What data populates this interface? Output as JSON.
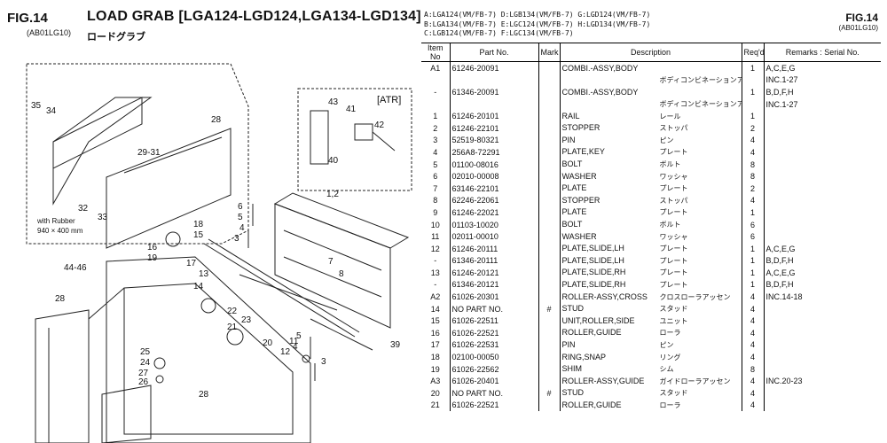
{
  "header": {
    "fig_left": "FIG.14",
    "fig_code_left": "(AB01LG10)",
    "title": "LOAD GRAB [LGA124-LGD124,LGA134-LGD134]",
    "subtitle": "ロードグラブ",
    "fig_right": "FIG.14",
    "fig_code_right": "(AB01LG10)"
  },
  "legend": [
    "A:LGA124(VM/FB-7) D:LGB134(VM/FB-7) G:LGD124(VM/FB-7)",
    "B:LGA134(VM/FB-7) E:LGC124(VM/FB-7) H:LGD134(VM/FB-7)",
    "C:LGB124(VM/FB-7) F:LGC134(VM/FB-7)"
  ],
  "drawing": {
    "atr_label": "[ATR]",
    "rubber_label_line1": "with Rubber",
    "rubber_label_line2": "940 × 400 mm",
    "callouts": [
      "35",
      "34",
      "28",
      "29-31",
      "32",
      "33",
      "43",
      "41",
      "42",
      "40",
      "1,2",
      "6",
      "5",
      "4",
      "3",
      "18",
      "15",
      "16",
      "19",
      "17",
      "13",
      "14",
      "44-46",
      "28",
      "7",
      "8",
      "22",
      "23",
      "21",
      "20",
      "11",
      "12",
      "5",
      "4",
      "3",
      "39",
      "25",
      "24",
      "27",
      "26",
      "28"
    ]
  },
  "table": {
    "headers": [
      "Item No",
      "Part No.",
      "Mark",
      "Description",
      "Req'd",
      "Remarks : Serial No."
    ],
    "rows": [
      {
        "item": "A1",
        "part": "61246-20091",
        "mark": "",
        "desc": "COMBI.-ASSY,BODY",
        "jp": "",
        "qty": "1",
        "remarks": "A,C,E,G"
      },
      {
        "item": "",
        "part": "",
        "mark": "",
        "desc": "",
        "jp": "ボディコンビネーションアッセン",
        "qty": "",
        "remarks": "INC.1-27"
      },
      {
        "item": "-",
        "part": "61346-20091",
        "mark": "",
        "desc": "COMBI.-ASSY,BODY",
        "jp": "",
        "qty": "1",
        "remarks": "B,D,F,H"
      },
      {
        "item": "",
        "part": "",
        "mark": "",
        "desc": "",
        "jp": "ボディコンビネーションアッセン",
        "qty": "",
        "remarks": "INC.1-27"
      },
      {
        "item": "1",
        "part": "61246-20101",
        "mark": "",
        "desc": "RAIL",
        "jp": "レール",
        "qty": "1",
        "remarks": ""
      },
      {
        "item": "2",
        "part": "61246-22101",
        "mark": "",
        "desc": "STOPPER",
        "jp": "ストッパ",
        "qty": "2",
        "remarks": ""
      },
      {
        "item": "3",
        "part": "52519-80321",
        "mark": "",
        "desc": "PIN",
        "jp": "ピン",
        "qty": "4",
        "remarks": ""
      },
      {
        "item": "4",
        "part": "256A8-72291",
        "mark": "",
        "desc": "PLATE,KEY",
        "jp": "プレート",
        "qty": "4",
        "remarks": ""
      },
      {
        "item": "5",
        "part": "01100-08016",
        "mark": "",
        "desc": "BOLT",
        "jp": "ボルト",
        "qty": "8",
        "remarks": ""
      },
      {
        "item": "6",
        "part": "02010-00008",
        "mark": "",
        "desc": "WASHER",
        "jp": "ワッシャ",
        "qty": "8",
        "remarks": ""
      },
      {
        "item": "7",
        "part": "63146-22101",
        "mark": "",
        "desc": "PLATE",
        "jp": "プレート",
        "qty": "2",
        "remarks": ""
      },
      {
        "item": "8",
        "part": "62246-22061",
        "mark": "",
        "desc": "STOPPER",
        "jp": "ストッパ",
        "qty": "4",
        "remarks": ""
      },
      {
        "item": "9",
        "part": "61246-22021",
        "mark": "",
        "desc": "PLATE",
        "jp": "プレート",
        "qty": "1",
        "remarks": ""
      },
      {
        "item": "10",
        "part": "01103-10020",
        "mark": "",
        "desc": "BOLT",
        "jp": "ボルト",
        "qty": "6",
        "remarks": ""
      },
      {
        "item": "11",
        "part": "02011-00010",
        "mark": "",
        "desc": "WASHER",
        "jp": "ワッシャ",
        "qty": "6",
        "remarks": ""
      },
      {
        "item": "12",
        "part": "61246-20111",
        "mark": "",
        "desc": "PLATE,SLIDE,LH",
        "jp": "プレート",
        "qty": "1",
        "remarks": "A,C,E,G"
      },
      {
        "item": "-",
        "part": "61346-20111",
        "mark": "",
        "desc": "PLATE,SLIDE,LH",
        "jp": "プレート",
        "qty": "1",
        "remarks": "B,D,F,H"
      },
      {
        "item": "13",
        "part": "61246-20121",
        "mark": "",
        "desc": "PLATE,SLIDE,RH",
        "jp": "プレート",
        "qty": "1",
        "remarks": "A,C,E,G"
      },
      {
        "item": "-",
        "part": "61346-20121",
        "mark": "",
        "desc": "PLATE,SLIDE,RH",
        "jp": "プレート",
        "qty": "1",
        "remarks": "B,D,F,H"
      },
      {
        "item": "A2",
        "part": "61026-20301",
        "mark": "",
        "desc": "ROLLER-ASSY,CROSS",
        "jp": "クロスローラアッセン",
        "qty": "4",
        "remarks": "INC.14-18"
      },
      {
        "item": "14",
        "part": "NO PART NO.",
        "mark": "#",
        "desc": "STUD",
        "jp": "スタッド",
        "qty": "4",
        "remarks": ""
      },
      {
        "item": "15",
        "part": "61026-22511",
        "mark": "",
        "desc": "UNIT,ROLLER,SIDE",
        "jp": "ユニット",
        "qty": "4",
        "remarks": ""
      },
      {
        "item": "16",
        "part": "61026-22521",
        "mark": "",
        "desc": "ROLLER,GUIDE",
        "jp": "ローラ",
        "qty": "4",
        "remarks": ""
      },
      {
        "item": "17",
        "part": "61026-22531",
        "mark": "",
        "desc": "PIN",
        "jp": "ピン",
        "qty": "4",
        "remarks": ""
      },
      {
        "item": "18",
        "part": "02100-00050",
        "mark": "",
        "desc": "RING,SNAP",
        "jp": "リング",
        "qty": "4",
        "remarks": ""
      },
      {
        "item": "19",
        "part": "61026-22562",
        "mark": "",
        "desc": "SHIM",
        "jp": "シム",
        "qty": "8",
        "remarks": ""
      },
      {
        "item": "A3",
        "part": "61026-20401",
        "mark": "",
        "desc": "ROLLER-ASSY,GUIDE",
        "jp": "ガイドローラアッセン",
        "qty": "4",
        "remarks": "INC.20-23"
      },
      {
        "item": "20",
        "part": "NO PART NO.",
        "mark": "#",
        "desc": "STUD",
        "jp": "スタッド",
        "qty": "4",
        "remarks": ""
      },
      {
        "item": "21",
        "part": "61026-22521",
        "mark": "",
        "desc": "ROLLER,GUIDE",
        "jp": "ローラ",
        "qty": "4",
        "remarks": ""
      }
    ]
  }
}
